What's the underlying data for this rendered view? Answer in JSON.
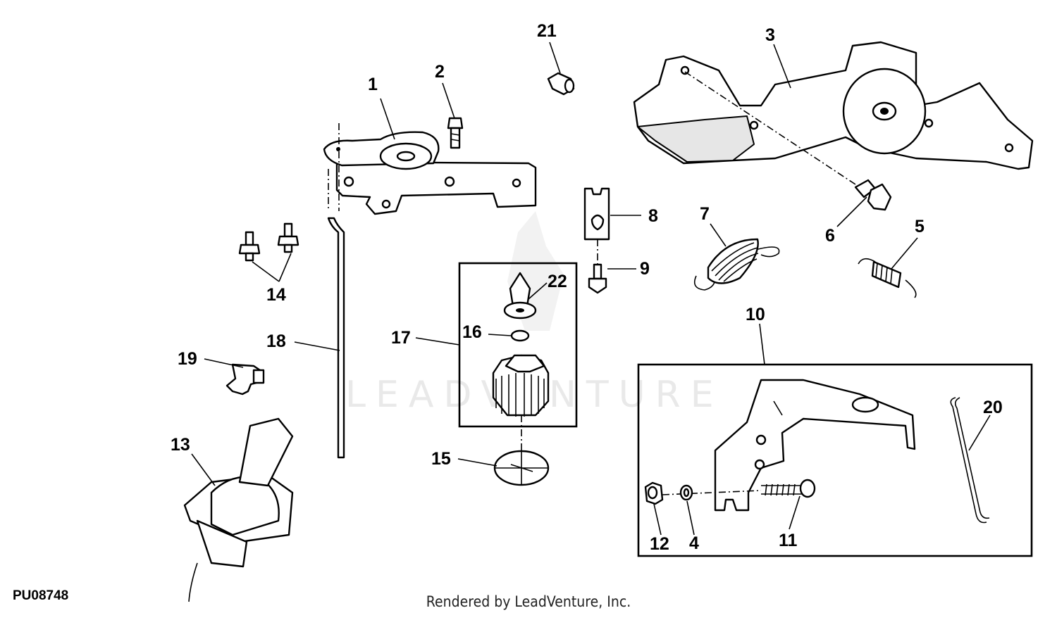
{
  "diagram": {
    "figure_id": "PU08748",
    "credit": "Rendered by LeadVenture, Inc.",
    "watermark": "LEADVENTURE",
    "callouts": [
      "1",
      "2",
      "3",
      "4",
      "5",
      "6",
      "7",
      "8",
      "9",
      "10",
      "11",
      "12",
      "13",
      "14",
      "15",
      "16",
      "17",
      "18",
      "19",
      "20",
      "21",
      "22"
    ]
  }
}
